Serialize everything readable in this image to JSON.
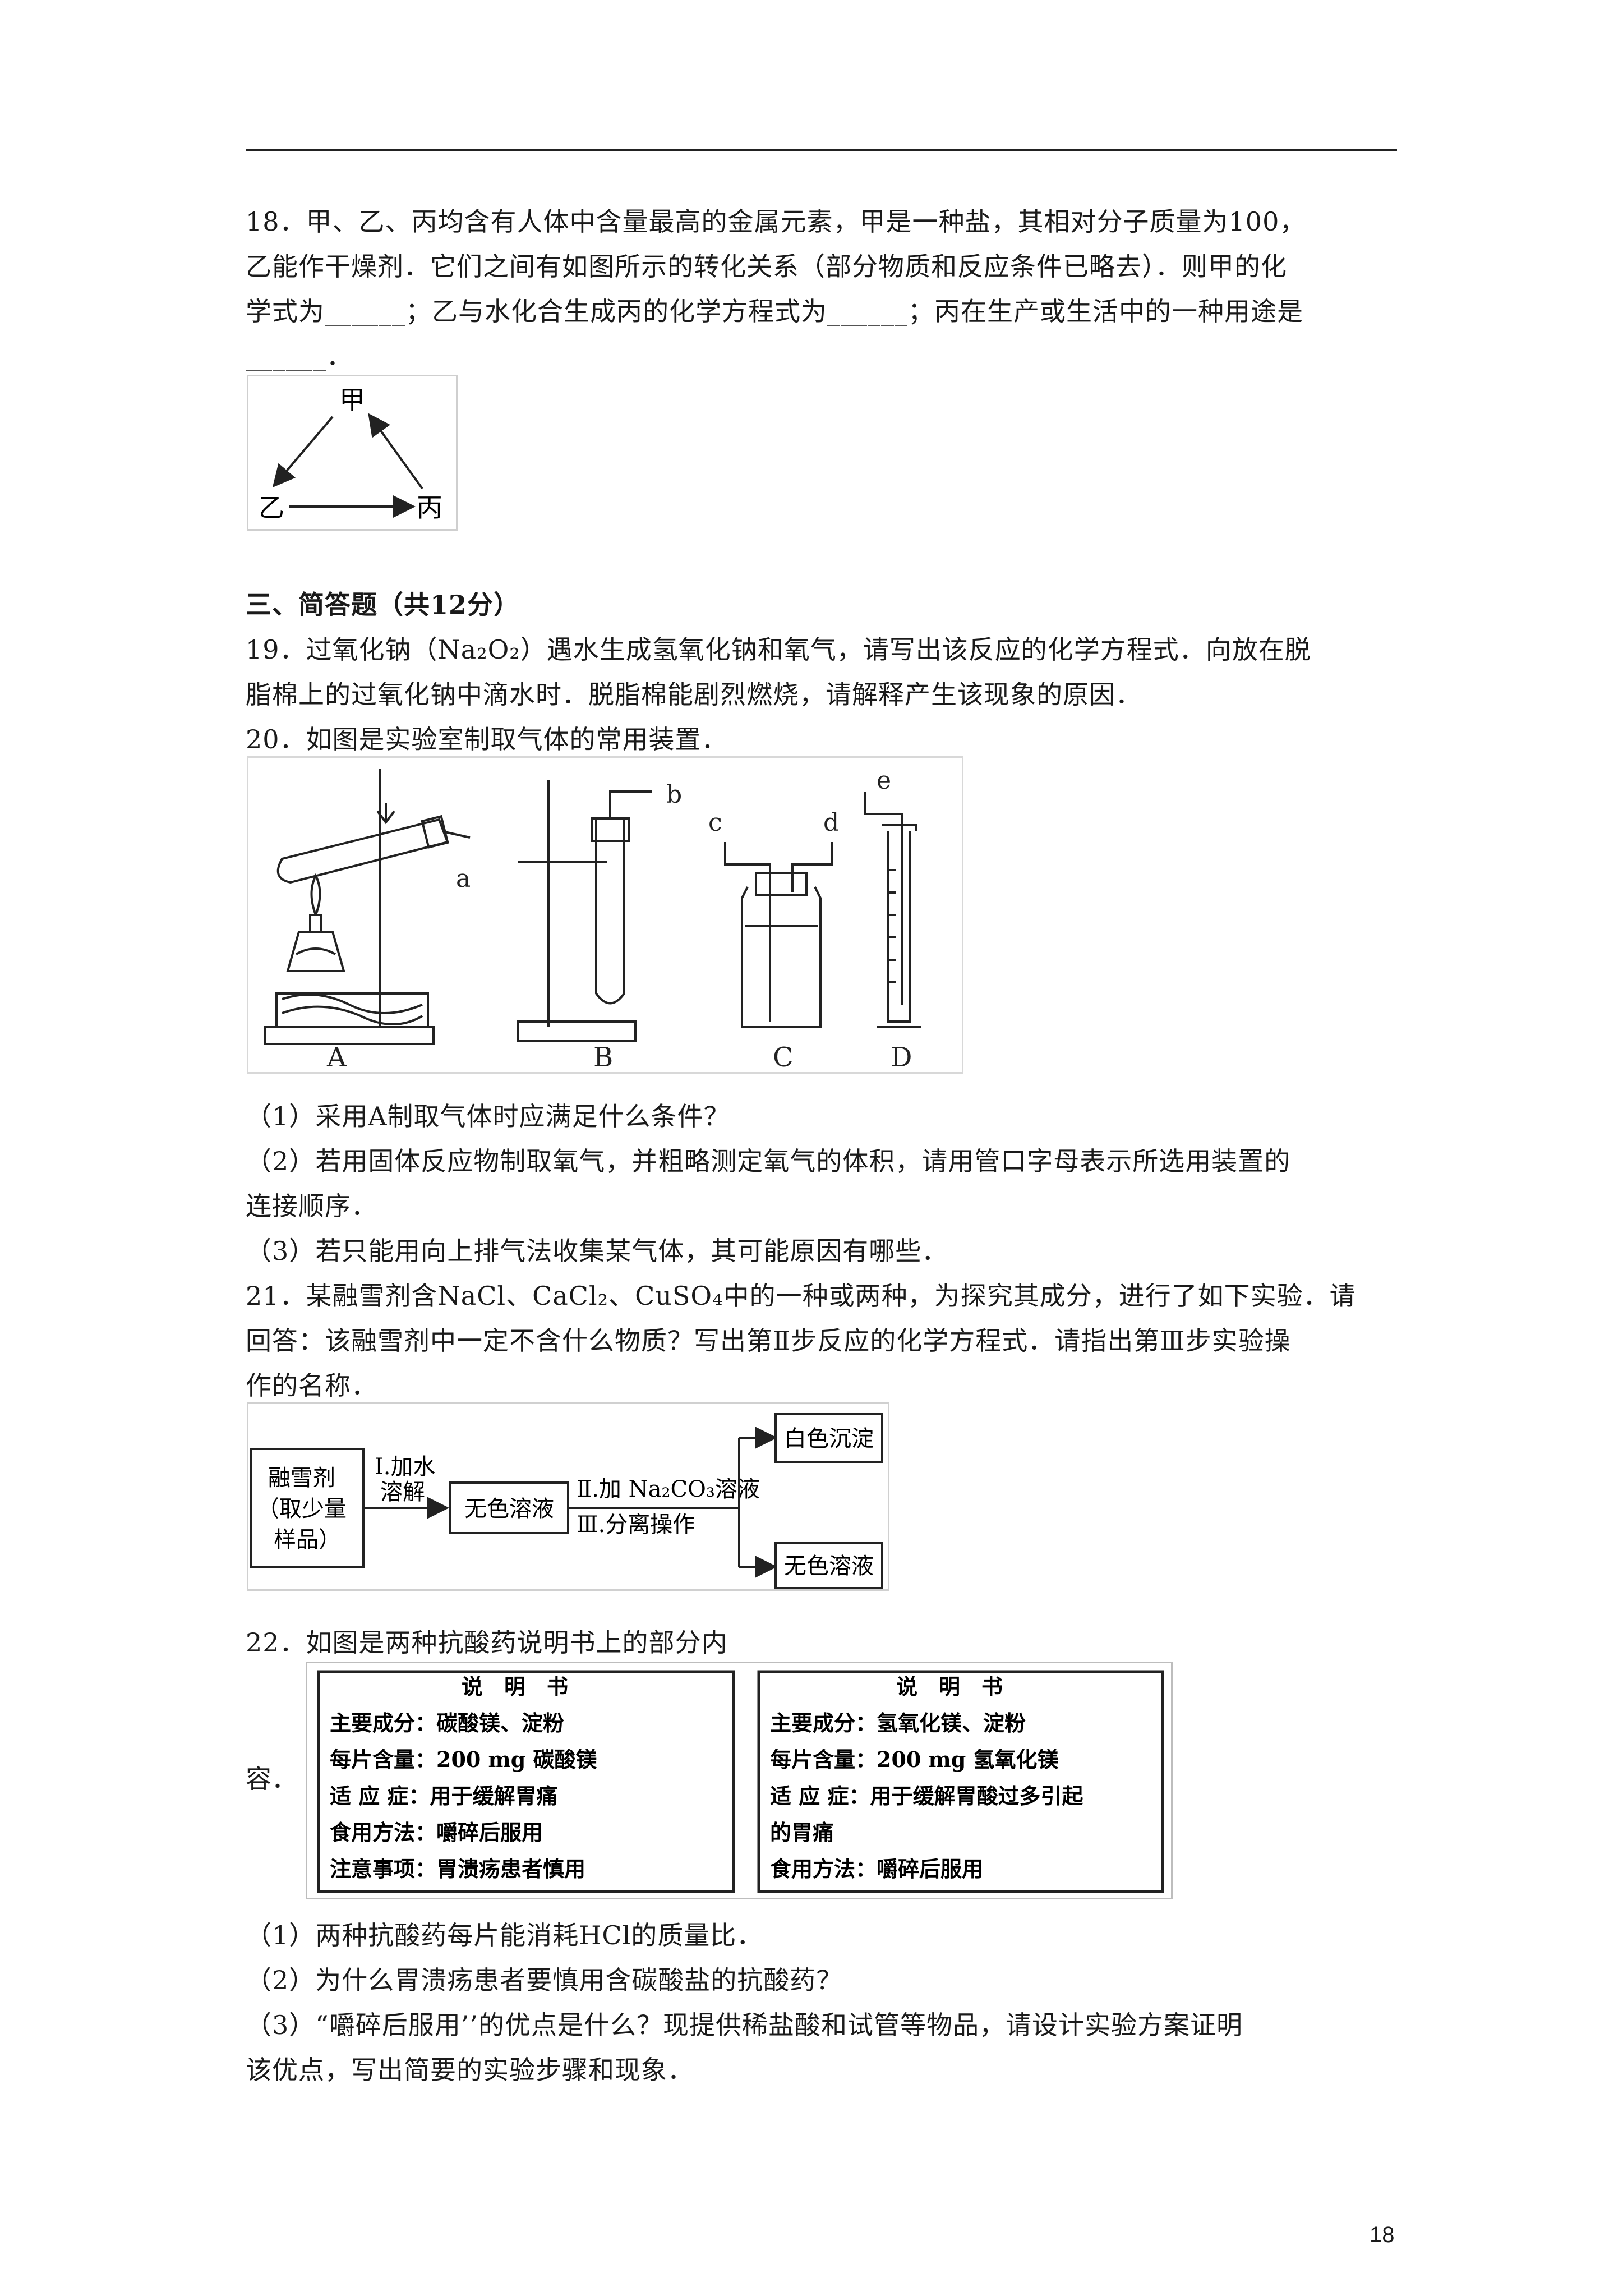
{
  "q18": {
    "line1": "18．甲、乙、丙均含有人体中含量最高的金属元素，甲是一种盐，其相对分子质量为100，",
    "line2": "乙能作干燥剂．它们之间有如图所示的转化关系（部分物质和反应条件已略去）．则甲的化",
    "line3": "学式为______；乙与水化合生成丙的化学方程式为______；丙在生产或生活中的一种用途是",
    "line4": "______．",
    "fig": {
      "jia": "甲",
      "yi": "乙",
      "bing": "丙"
    }
  },
  "section3": {
    "title": "三、简答题（共12分）"
  },
  "q19": {
    "line1": "19．过氧化钠（Na₂O₂）遇水生成氢氧化钠和氧气，请写出该反应的化学方程式．向放在脱",
    "line2": "脂棉上的过氧化钠中滴水时．脱脂棉能剧烈燃烧，请解释产生该现象的原因．"
  },
  "q20": {
    "line1": "20．如图是实验室制取气体的常用装置．",
    "fig": {
      "a": "a",
      "b": "b",
      "c": "c",
      "d": "d",
      "e": "e",
      "A": "A",
      "B": "B",
      "C": "C",
      "D": "D"
    },
    "sub1": "（1）采用A制取气体时应满足什么条件？",
    "sub2a": "（2）若用固体反应物制取氧气，并粗略测定氧气的体积，请用管口字母表示所选用装置的",
    "sub2b": "连接顺序．",
    "sub3": "（3）若只能用向上排气法收集某气体，其可能原因有哪些．"
  },
  "q21": {
    "line1": "21．某融雪剂含NaCl、CaCl₂、CuSO₄中的一种或两种，为探究其成分，进行了如下实验．请",
    "line2": "回答：该融雪剂中一定不含什么物质？写出第Ⅱ步反应的化学方程式．请指出第Ⅲ步实验操",
    "line3": "作的名称．",
    "fig": {
      "box1a": "融雪剂",
      "box1b": "（取少量",
      "box1c": "样品）",
      "step1a": "Ⅰ.加水",
      "step1b": "溶解",
      "box2": "无色溶液",
      "step2": "Ⅱ.加 Na₂CO₃溶液",
      "step3": "Ⅲ.分离操作",
      "out1": "白色沉淀",
      "out2": "无色溶液"
    }
  },
  "q22": {
    "line1": "22．如图是两种抗酸药说明书上的部分内",
    "rong": "容．",
    "card1": {
      "title": "说　明　书",
      "r1": "主要成分：碳酸镁、淀粉",
      "r2": "每片含量：200 mg 碳酸镁",
      "r3": "适 应 症：用于缓解胃痛",
      "r4": "食用方法：嚼碎后服用",
      "r5": "注意事项：胃溃疡患者慎用"
    },
    "card2": {
      "title": "说　明　书",
      "r1": "主要成分：氢氧化镁、淀粉",
      "r2": "每片含量：200 mg 氢氧化镁",
      "r3": "适 应 症：用于缓解胃酸过多引起",
      "r4": "的胃痛",
      "r5": "食用方法：嚼碎后服用"
    },
    "sub1": "（1）两种抗酸药每片能消耗HCl的质量比．",
    "sub2": "（2）为什么胃溃疡患者要慎用含碳酸盐的抗酸药？",
    "sub3a": "（3）“嚼碎后服用’’的优点是什么？现提供稀盐酸和试管等物品，请设计实验方案证明",
    "sub3b": "该优点，写出简要的实验步骤和现象．"
  },
  "page_number": "18"
}
